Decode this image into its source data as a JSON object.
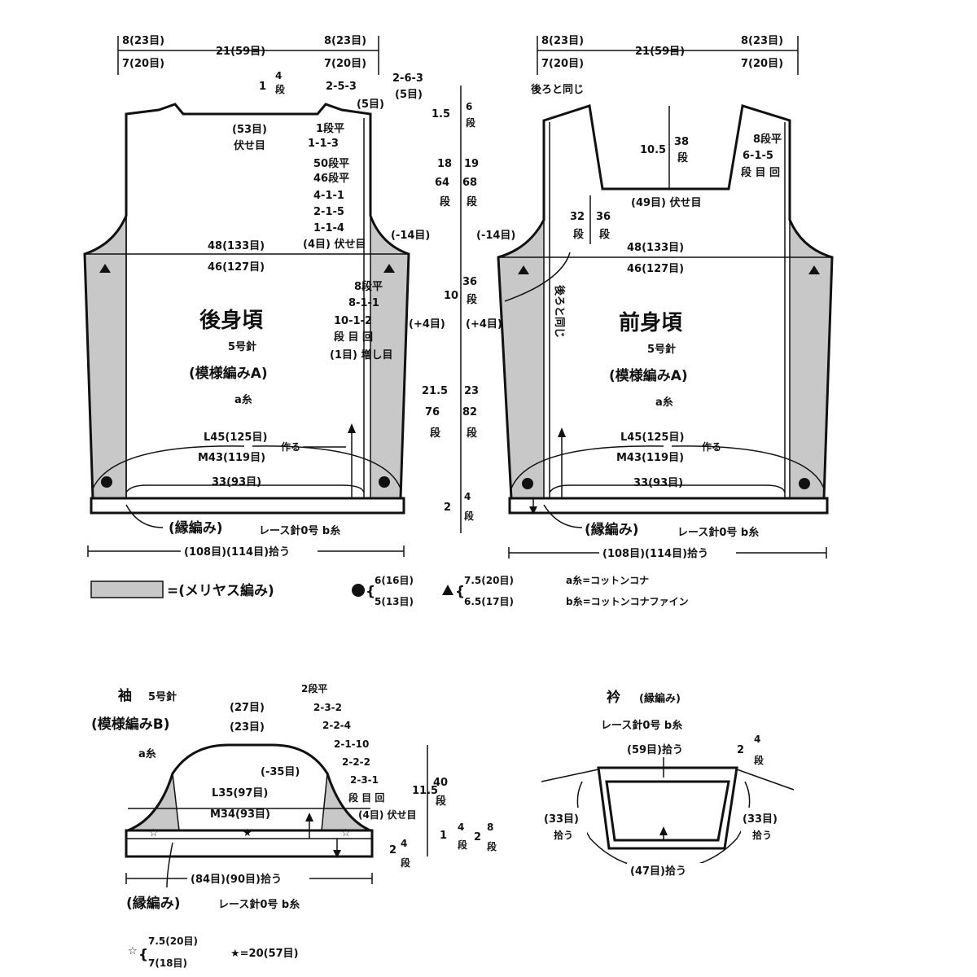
{
  "colors": {
    "ink": "#111111",
    "shade": "#c8c8c8",
    "paper": "#ffffff"
  },
  "back": {
    "title": "後身頃",
    "needle": "5号針",
    "pattern": "(模様編みA)",
    "yarn": "a糸",
    "top_left_l": "8(23目)",
    "top_left_m": "7(20目)",
    "top_center": "21(59目)",
    "top_right_l": "8(23目)",
    "top_right_m": "7(20目)",
    "neck_rise_num": "1",
    "neck_rise_rows": [
      "4",
      "段"
    ],
    "neck_dec": "2-5-3",
    "neck_dec_count": "(5目)",
    "neck_bind": "(53目)",
    "neck_bind_label": "伏せ目",
    "armhole_dec": [
      "1段平",
      "1-1-3",
      "50段平",
      "46段平",
      "4-1-1",
      "2-1-5",
      "1-1-4",
      "(4目) 伏せ目"
    ],
    "width_l": "48(133目)",
    "width_m": "46(127目)",
    "side_inc": [
      "8段平",
      "8-1-1",
      "10-1-2",
      "段 目 回",
      "(1目) 増し目"
    ],
    "cast_l": "L45(125目)",
    "cast_m": "M43(119目)",
    "cast_label": "作る",
    "hem_width": "33(93目)",
    "border_label": "(縁編み)",
    "border_spec": "レース針0号 b糸",
    "pickup": "(108目)(114目)拾う"
  },
  "front": {
    "title": "前身頃",
    "needle": "5号針",
    "pattern": "(模様編みA)",
    "yarn": "a糸",
    "top_left_l": "8(23目)",
    "top_left_m": "7(20目)",
    "top_center": "21(59目)",
    "top_right_l": "8(23目)",
    "top_right_m": "7(20目)",
    "same_as_back": "後ろと同じ",
    "neck_depth": "10.5",
    "neck_depth_rows": [
      "38",
      "段"
    ],
    "neck_side": [
      "8段平",
      "6-1-5",
      "段 目 回"
    ],
    "neck_bind": "(49目) 伏せ目",
    "armhole_rows_l": [
      "32",
      "段"
    ],
    "armhole_rows_m": [
      "36",
      "段"
    ],
    "width_l": "48(133目)",
    "width_m": "46(127目)",
    "same_as_back_side": "後ろと同じ",
    "cast_l": "L45(125目)",
    "cast_m": "M43(119目)",
    "cast_label": "作る",
    "hem_width": "33(93目)",
    "border_label": "(縁編み)",
    "border_spec": "レース針0号 b糸",
    "pickup": "(108目)(114目)拾う"
  },
  "center": {
    "shoulder_dec": [
      "2-6-3",
      "(5目)"
    ],
    "r1": "1.5",
    "r1_rows": [
      "6",
      "段"
    ],
    "r2_l": "18",
    "r2_l_rows": [
      "64",
      "段"
    ],
    "r2_m": "19",
    "r2_m_rows": [
      "68",
      "段"
    ],
    "minus_left": "(-14目)",
    "minus_right": "(-14目)",
    "r3": "10",
    "r3_rows": [
      "36",
      "段"
    ],
    "plus_left": "(+4目)",
    "plus_right": "(+4目)",
    "r4_l": "21.5",
    "r4_l_rows": [
      "76",
      "段"
    ],
    "r4_m": "23",
    "r4_m_rows": [
      "82",
      "段"
    ],
    "r5": "2",
    "r5_rows": [
      "4",
      "段"
    ]
  },
  "legend": {
    "stockinette": "=(メリヤス編み)",
    "circle_l": "6(16目)",
    "circle_m": "5(13目)",
    "triangle_l": "7.5(20目)",
    "triangle_m": "6.5(17目)",
    "yarn_a": "a糸=コットンコナ",
    "yarn_b": "b糸=コットンコナファイン"
  },
  "sleeve": {
    "title": "袖",
    "needle": "5号針",
    "pattern": "(模様編みB)",
    "yarn": "a糸",
    "top_l": "(27目)",
    "top_m": "(23目)",
    "cap_dec": [
      "2段平",
      "2-3-2",
      "2-2-4",
      "2-1-10",
      "2-2-2",
      "2-3-1",
      "段 目 回",
      "(4目) 伏せ目"
    ],
    "minus": "(-35目)",
    "width_l": "L35(97目)",
    "width_m": "M34(93目)",
    "cap_h": "11.5",
    "cap_rows": [
      "40",
      "段"
    ],
    "side_rows": [
      "4",
      "段"
    ],
    "side_num": "1",
    "border_rows": [
      "8",
      "段"
    ],
    "border_num": "2",
    "border_rows2": [
      "4",
      "段"
    ],
    "border_label": "(縁編み)",
    "border_spec": "レース針0号 b糸",
    "pickup": "(84目)(90目)拾う",
    "star_open_l": "7.5(20目)",
    "star_open_m": "7(18目)",
    "star_filled": "★=20(57目)"
  },
  "collar": {
    "title": "衿",
    "pattern": "(縁編み)",
    "spec": "レース針0号 b糸",
    "top": "(59目)拾う",
    "side_num": "2",
    "side_rows": [
      "4",
      "段"
    ],
    "left": "(33目)",
    "left_pick": "拾う",
    "right": "(33目)",
    "right_pick": "拾う",
    "bottom": "(47目)拾う"
  }
}
